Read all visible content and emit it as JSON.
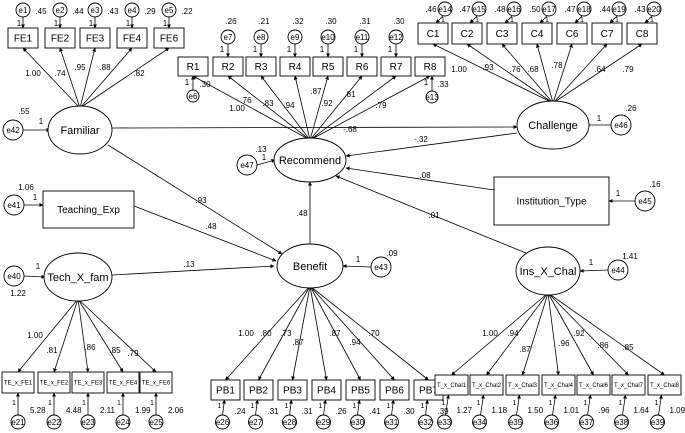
{
  "latent": {
    "familiar": "Familiar",
    "challenge": "Challenge",
    "recommend": "Recommend",
    "benefit": "Benefit",
    "ins_x_chal": "Ins_X_Chal",
    "tech_x_fam": "Tech_X_fam"
  },
  "observed": {
    "teaching_exp": "Teaching_Exp",
    "institution_type": "Institution_Type"
  },
  "familiar_indicators": [
    {
      "label": "FE1",
      "err": "e1",
      "var": ".45",
      "load": "1.00"
    },
    {
      "label": "FE2",
      "err": "e2",
      "var": ".44",
      "load": ".74"
    },
    {
      "label": "FE3",
      "err": "e3",
      "var": ".43",
      "load": ".95"
    },
    {
      "label": "FE4",
      "err": "e4",
      "var": ".29",
      "load": ".88"
    },
    {
      "label": "FE6",
      "err": "e5",
      "var": ".22",
      "load": ".82"
    }
  ],
  "recommend_indicators": [
    {
      "label": "R1",
      "err": "e6",
      "var": ".30",
      "load": "1.00"
    },
    {
      "label": "R2",
      "err": "e7",
      "var": ".26",
      "load": ".76"
    },
    {
      "label": "R3",
      "err": "e8",
      "var": ".21",
      "load": ".83"
    },
    {
      "label": "R4",
      "err": "e9",
      "var": ".32",
      "load": ".94"
    },
    {
      "label": "R5",
      "err": "e10",
      "var": ".30",
      "load": ".87"
    },
    {
      "label": "R6",
      "err": "e11",
      "var": ".31",
      "load": ".92"
    },
    {
      "label": "R7",
      "err": "e12",
      "var": ".30",
      "load": ".81"
    },
    {
      "label": "R8",
      "err": "e13",
      "var": ".33",
      "load": ".79"
    }
  ],
  "challenge_indicators": [
    {
      "label": "C1",
      "err": "e14",
      "var": ".46",
      "load": "1.00"
    },
    {
      "label": "C2",
      "err": "e15",
      "var": ".47",
      "load": ".93"
    },
    {
      "label": "C3",
      "err": "e16",
      "var": ".48",
      "load": ".76"
    },
    {
      "label": "C4",
      "err": "e17",
      "var": ".50",
      "load": ".68"
    },
    {
      "label": "C6",
      "err": "e18",
      "var": ".47",
      "load": ".78"
    },
    {
      "label": "C7",
      "err": "e19",
      "var": ".44",
      "load": ".64"
    },
    {
      "label": "C8",
      "err": "e20",
      "var": ".43",
      "load": ".79"
    }
  ],
  "tech_indicators": [
    {
      "label": "TE_x_FE1",
      "err": "e21",
      "var": "5.28",
      "load": "1.00"
    },
    {
      "label": "TE_x_FE2",
      "err": "e22",
      "var": "4.48",
      "load": ".81"
    },
    {
      "label": "TE_x_FE3",
      "err": "e23",
      "var": "2.11",
      "load": ".86"
    },
    {
      "label": "TE_x_FE4",
      "err": "e24",
      "var": "1.99",
      "load": ".85"
    },
    {
      "label": "TE_x_FE6",
      "err": "e25",
      "var": "2.06",
      "load": ".79"
    }
  ],
  "benefit_indicators": [
    {
      "label": "PB1",
      "err": "e26",
      "var": ".24",
      "load": "1.00"
    },
    {
      "label": "PB2",
      "err": "e27",
      "var": ".31",
      "load": ".80"
    },
    {
      "label": "PB3",
      "err": "e28",
      "var": ".31",
      "load": ".73"
    },
    {
      "label": "PB4",
      "err": "e29",
      "var": ".26",
      "load": ".87"
    },
    {
      "label": "PB5",
      "err": "e30",
      "var": ".41",
      "load": ".87"
    },
    {
      "label": "PB6",
      "err": "e31",
      "var": ".30",
      "load": ".94"
    },
    {
      "label": "PB7",
      "err": "e32",
      "var": ".39",
      "load": ".70"
    }
  ],
  "inschal_indicators": [
    {
      "label": "T_x_Chal1",
      "err": "e33",
      "var": "1.27",
      "load": "1.00"
    },
    {
      "label": "T_x_Chal2",
      "err": "e34",
      "var": "1.18",
      "load": ".94"
    },
    {
      "label": "T_x_Chal3",
      "err": "e35",
      "var": "1.50",
      "load": ".87"
    },
    {
      "label": "T_x_Chal4",
      "err": "e36",
      "var": "1.01",
      "load": ".96"
    },
    {
      "label": "T_x_Chal6",
      "err": "e37",
      "var": ".96",
      "load": ".92"
    },
    {
      "label": "T_x_Chal7",
      "err": "e38",
      "var": "1.64",
      "load": ".86"
    },
    {
      "label": "T_x_Chal8",
      "err": "e39",
      "var": "1.09",
      "load": ".85"
    }
  ],
  "exogenous": {
    "familiar": {
      "err": "e42",
      "var": ".55"
    },
    "challenge": {
      "err": "e46",
      "var": ".26"
    },
    "teaching_exp": {
      "err": "e41",
      "var": "1.06"
    },
    "institution_type": {
      "err": "e45",
      "var": ".16"
    },
    "tech_x_fam": {
      "err": "e40",
      "var": "1.22"
    },
    "ins_x_chal": {
      "err": "e44",
      "var": "1.41"
    }
  },
  "disturbances": {
    "recommend": {
      "err": "e47",
      "var": ".13"
    },
    "benefit": {
      "err": "e43",
      "var": ".09"
    }
  },
  "paths": {
    "familiar_challenge": "-.68",
    "challenge_recommend": "-.32",
    "familiar_benefit": ".93",
    "teaching_benefit": ".48",
    "tech_benefit": ".13",
    "benefit_recommend": ".48",
    "institution_recommend": ".08",
    "inschal_recommend": ".01"
  },
  "fixed_one": "1"
}
